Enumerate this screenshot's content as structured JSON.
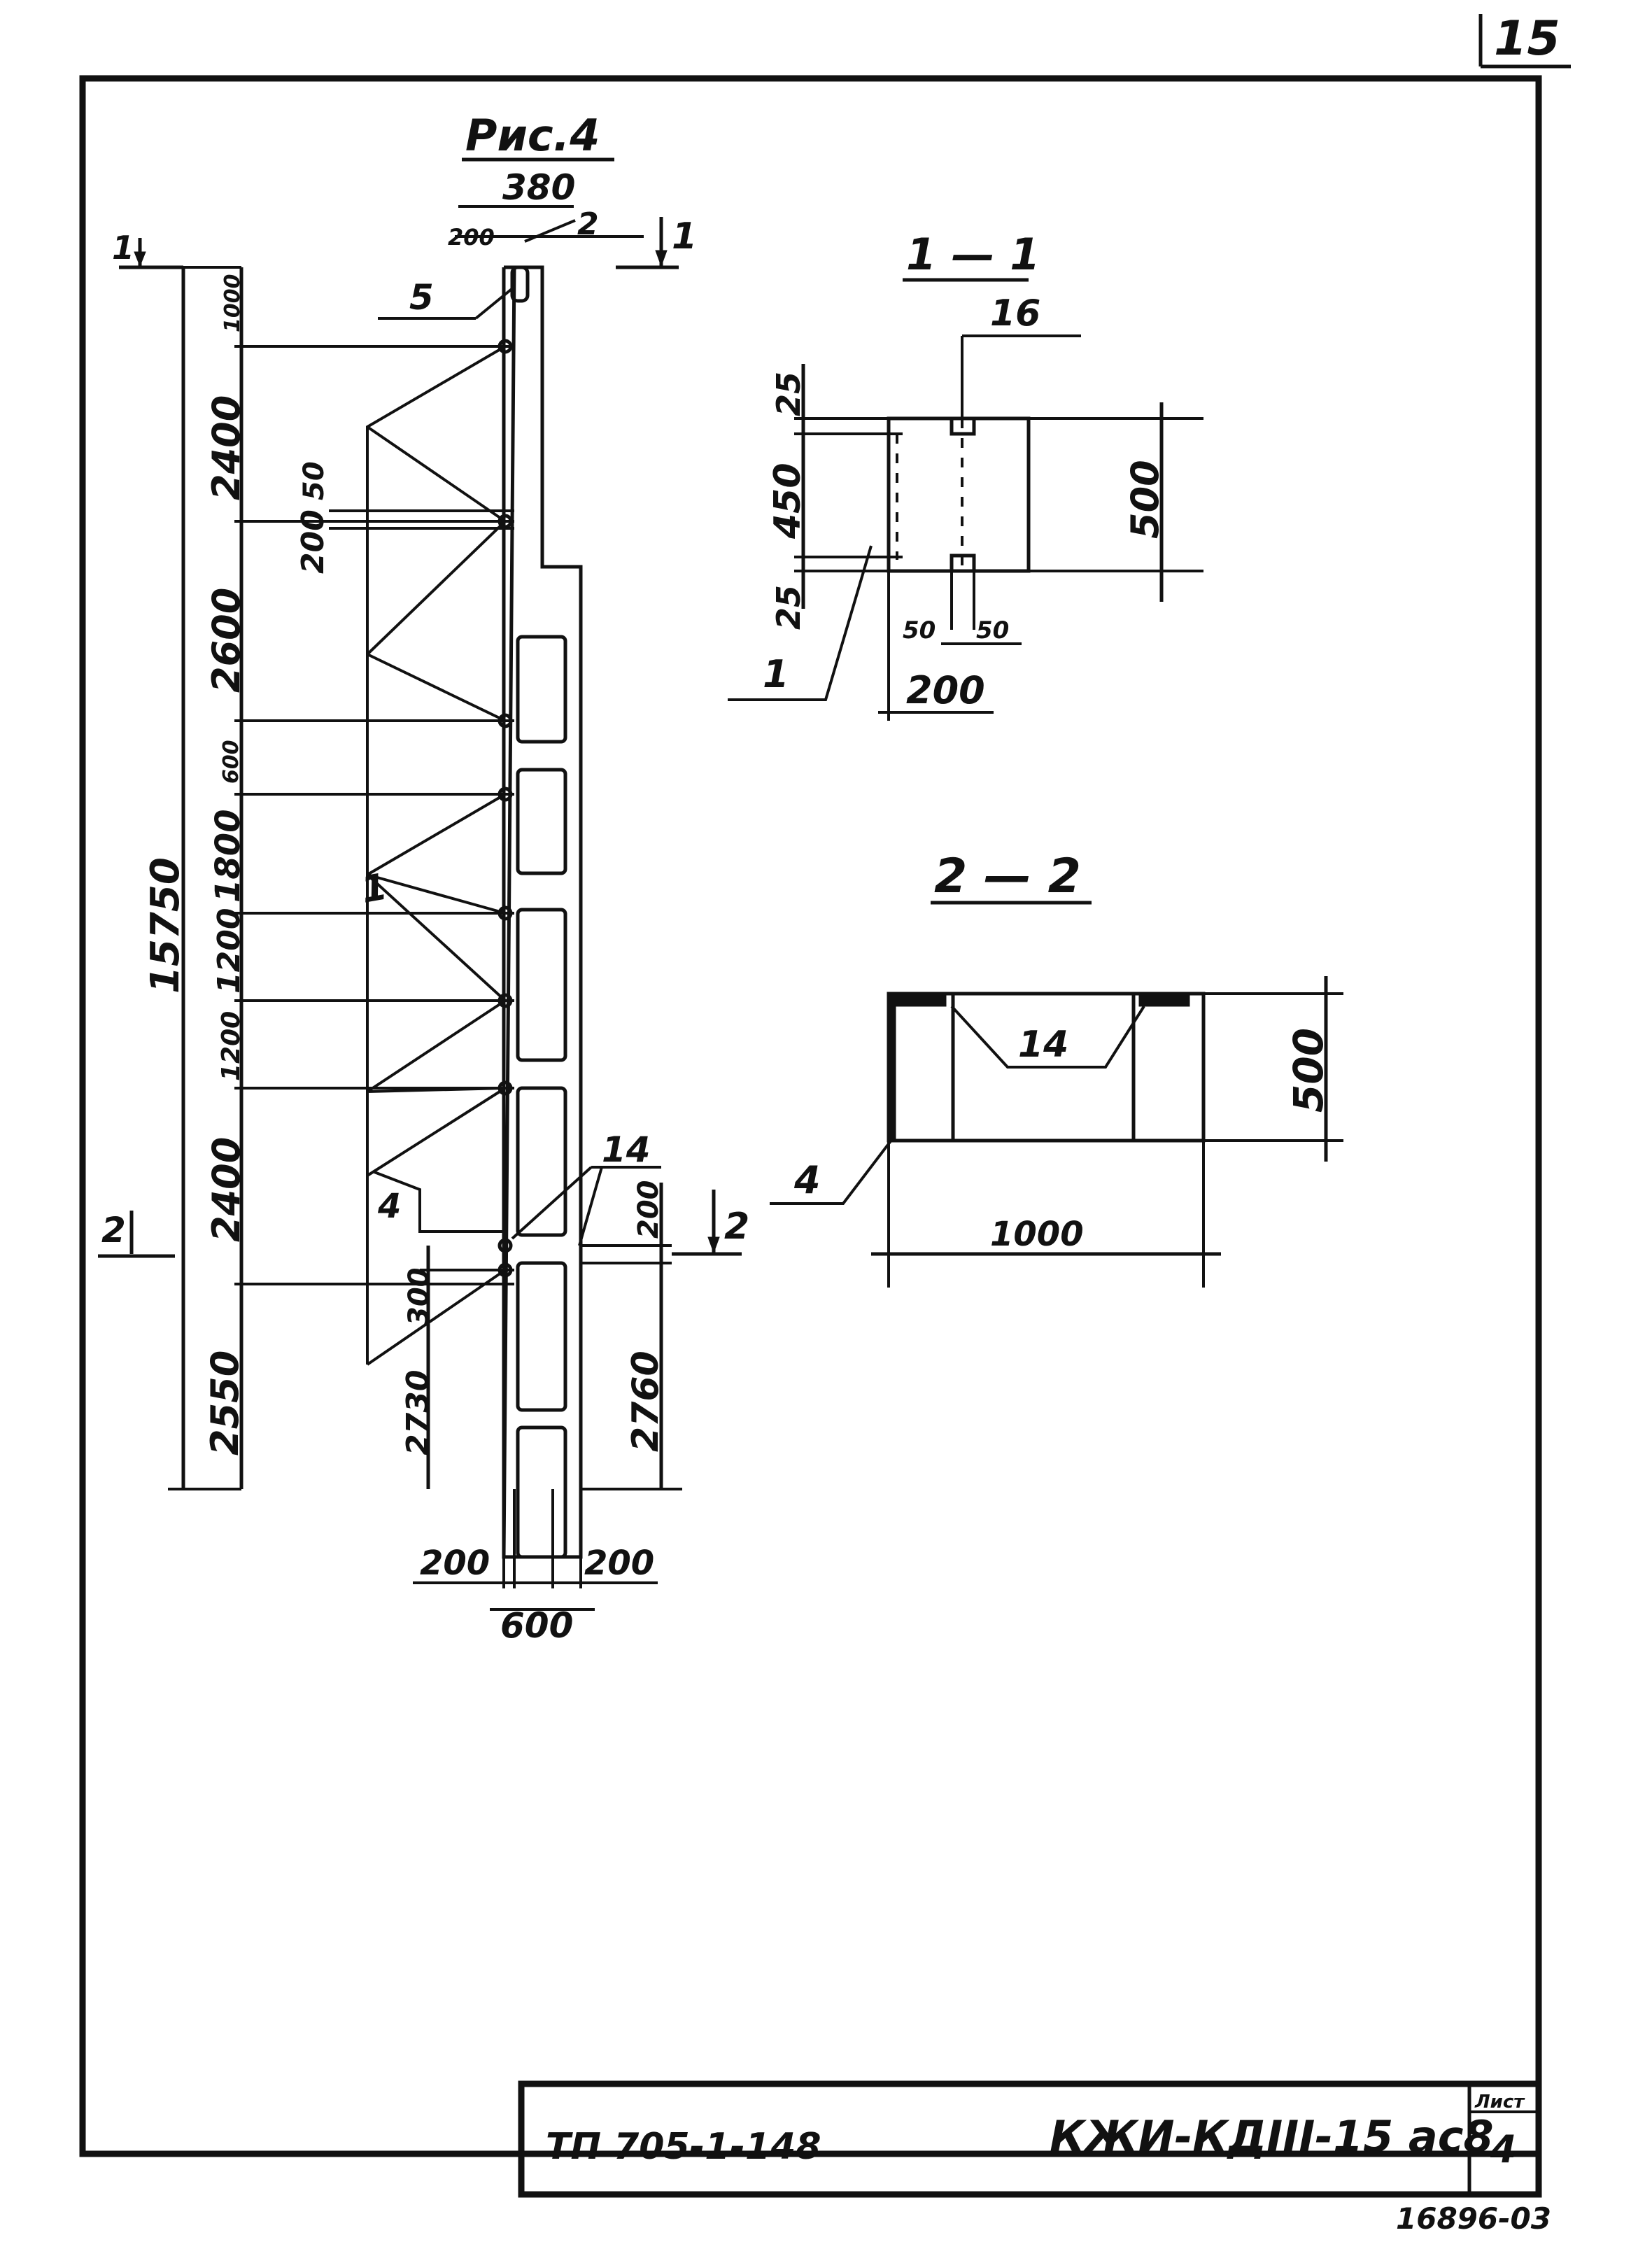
{
  "page_number": "15",
  "figure": {
    "title": "Рис.4",
    "top_width": "380",
    "top_offset": "200",
    "total_height": "15750",
    "section_mark_1": "1",
    "section_mark_2": "2",
    "left_dims": [
      "1000",
      "2400",
      "2600",
      "600",
      "1800",
      "1200",
      "1200",
      "2400",
      "2550"
    ],
    "inner_dims": [
      "50",
      "200",
      "300",
      "2730"
    ],
    "right_dims": [
      "200",
      "2760"
    ],
    "bottom_dims": [
      "200",
      "200",
      "600"
    ],
    "callouts": [
      "5",
      "2",
      "1",
      "4",
      "14"
    ]
  },
  "section_1_1": {
    "title": "1 — 1",
    "dims_left": [
      "25",
      "450",
      "25"
    ],
    "dim_right": "500",
    "dims_bottom": [
      "50",
      "50",
      "200"
    ],
    "callouts": [
      "16",
      "1"
    ]
  },
  "section_2_2": {
    "title": "2 — 2",
    "dim_right": "500",
    "dim_bottom": "1000",
    "callouts": [
      "14",
      "4"
    ]
  },
  "title_block": {
    "project": "ТП 705-1-148",
    "code": "КЖИ-КДIII-15 ас8",
    "sheet_label": "Лист",
    "sheet_number": "4"
  },
  "archive_number": "16896-03"
}
